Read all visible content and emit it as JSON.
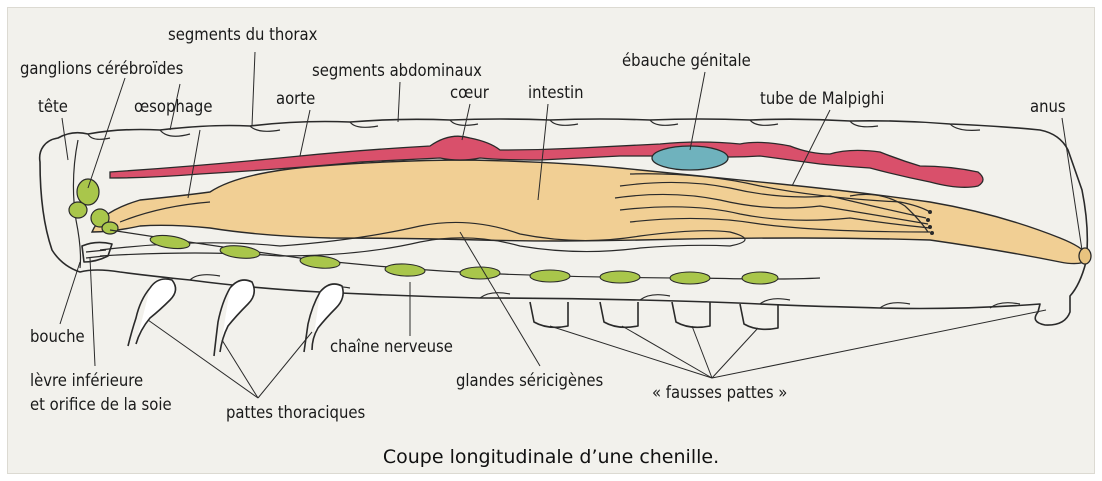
{
  "labels": {
    "segments_thorax": "segments du thorax",
    "ganglions": "ganglions cérébroïdes",
    "segments_abdominaux": "segments abdominaux",
    "ebauche_genitale": "ébauche génitale",
    "tete": "tête",
    "oesophage": "œsophage",
    "aorte": "aorte",
    "coeur": "cœur",
    "intestin": "intestin",
    "tube_malpighi": "tube de Malpighi",
    "anus": "anus",
    "bouche": "bouche",
    "chaine_nerveuse": "chaîne nerveuse",
    "levre_inferieure": "lèvre inférieure",
    "orifice_soie": "et orifice de la soie",
    "glandes_sericigenes": "glandes séricigènes",
    "fausses_pattes": "« fausses pattes »",
    "pattes_thoraciques": "pattes thoraciques"
  },
  "caption": "Coupe longitudinale d’une chenille.",
  "colors": {
    "intestin": "#f1cf94",
    "coeur_aorte": "#d9506b",
    "ebauche_genitale": "#6fb2bd",
    "nerveux": "#a9c64b",
    "outline": "#2a2a2a"
  }
}
